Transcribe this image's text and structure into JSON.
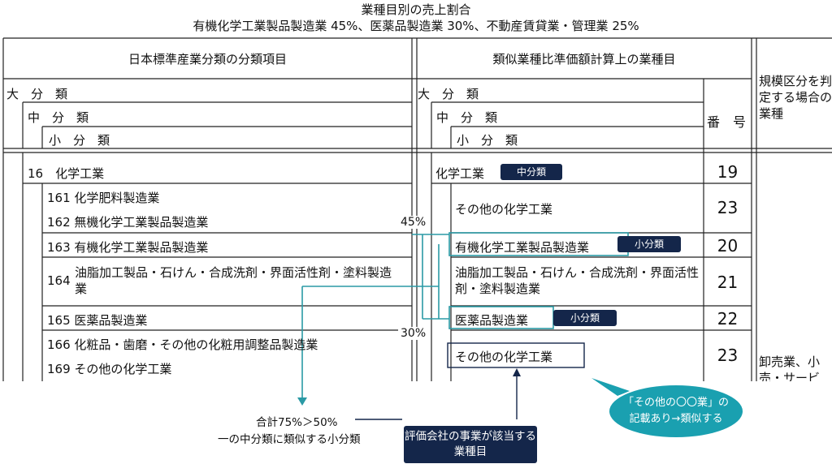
{
  "title": {
    "line1": "業種目別の売上割合",
    "line2": "有機化学工業製品製造業 45%、医薬品製造業 30%、不動産賃貸業・管理業 25%"
  },
  "headers": {
    "left": "日本標準産業分類の分類項目",
    "right": "類似業種比準価額計算上の業種目",
    "scale": "規模区分を判定する場合の業種",
    "number": "番　号"
  },
  "hierarchy": {
    "major": "大　分　類",
    "middle": "中　分　類",
    "minor": "小　分　類"
  },
  "left_rows": {
    "r16": "16　化学工業",
    "r161": "161 化学肥料製造業",
    "r162": "162 無機化学工業製品製造業",
    "r163": "163 有機化学工業製品製造業",
    "r164_code": "164",
    "r164_text": "油脂加工製品・石けん・合成洗剤・界面活性剤・塗料製造業",
    "r165": "165 医薬品製造業",
    "r166": "166 化粧品・歯磨・その他の化粧用調整品製造業",
    "r169": "169 その他の化学工業"
  },
  "right_rows": {
    "chem": "化学工業",
    "other1": "その他の化学工業",
    "organic": "有機化学工業製品製造業",
    "oils": "油脂加工製品・石けん・合成洗剤・界面活性剤・塗料製造業",
    "pharma": "医薬品製造業",
    "other2": "その他の化学工業"
  },
  "numbers": [
    "19",
    "23",
    "20",
    "21",
    "22",
    "23"
  ],
  "scale_value": "卸売業、小売・サービ",
  "badges": {
    "middle": "中分類",
    "minor": "小分類"
  },
  "annotations": {
    "pct45": "45%",
    "pct30": "30%",
    "sum": "合計75%＞50%",
    "sum_note": "一の中分類に類似する小分類",
    "company": "評価会社の事業が該当する業種目",
    "bubble": "「その他の〇〇業」の記載あり→類似する"
  },
  "colors": {
    "navy": "#14264a",
    "teal": "#1aa0b0",
    "line": "#2a9aa5"
  }
}
